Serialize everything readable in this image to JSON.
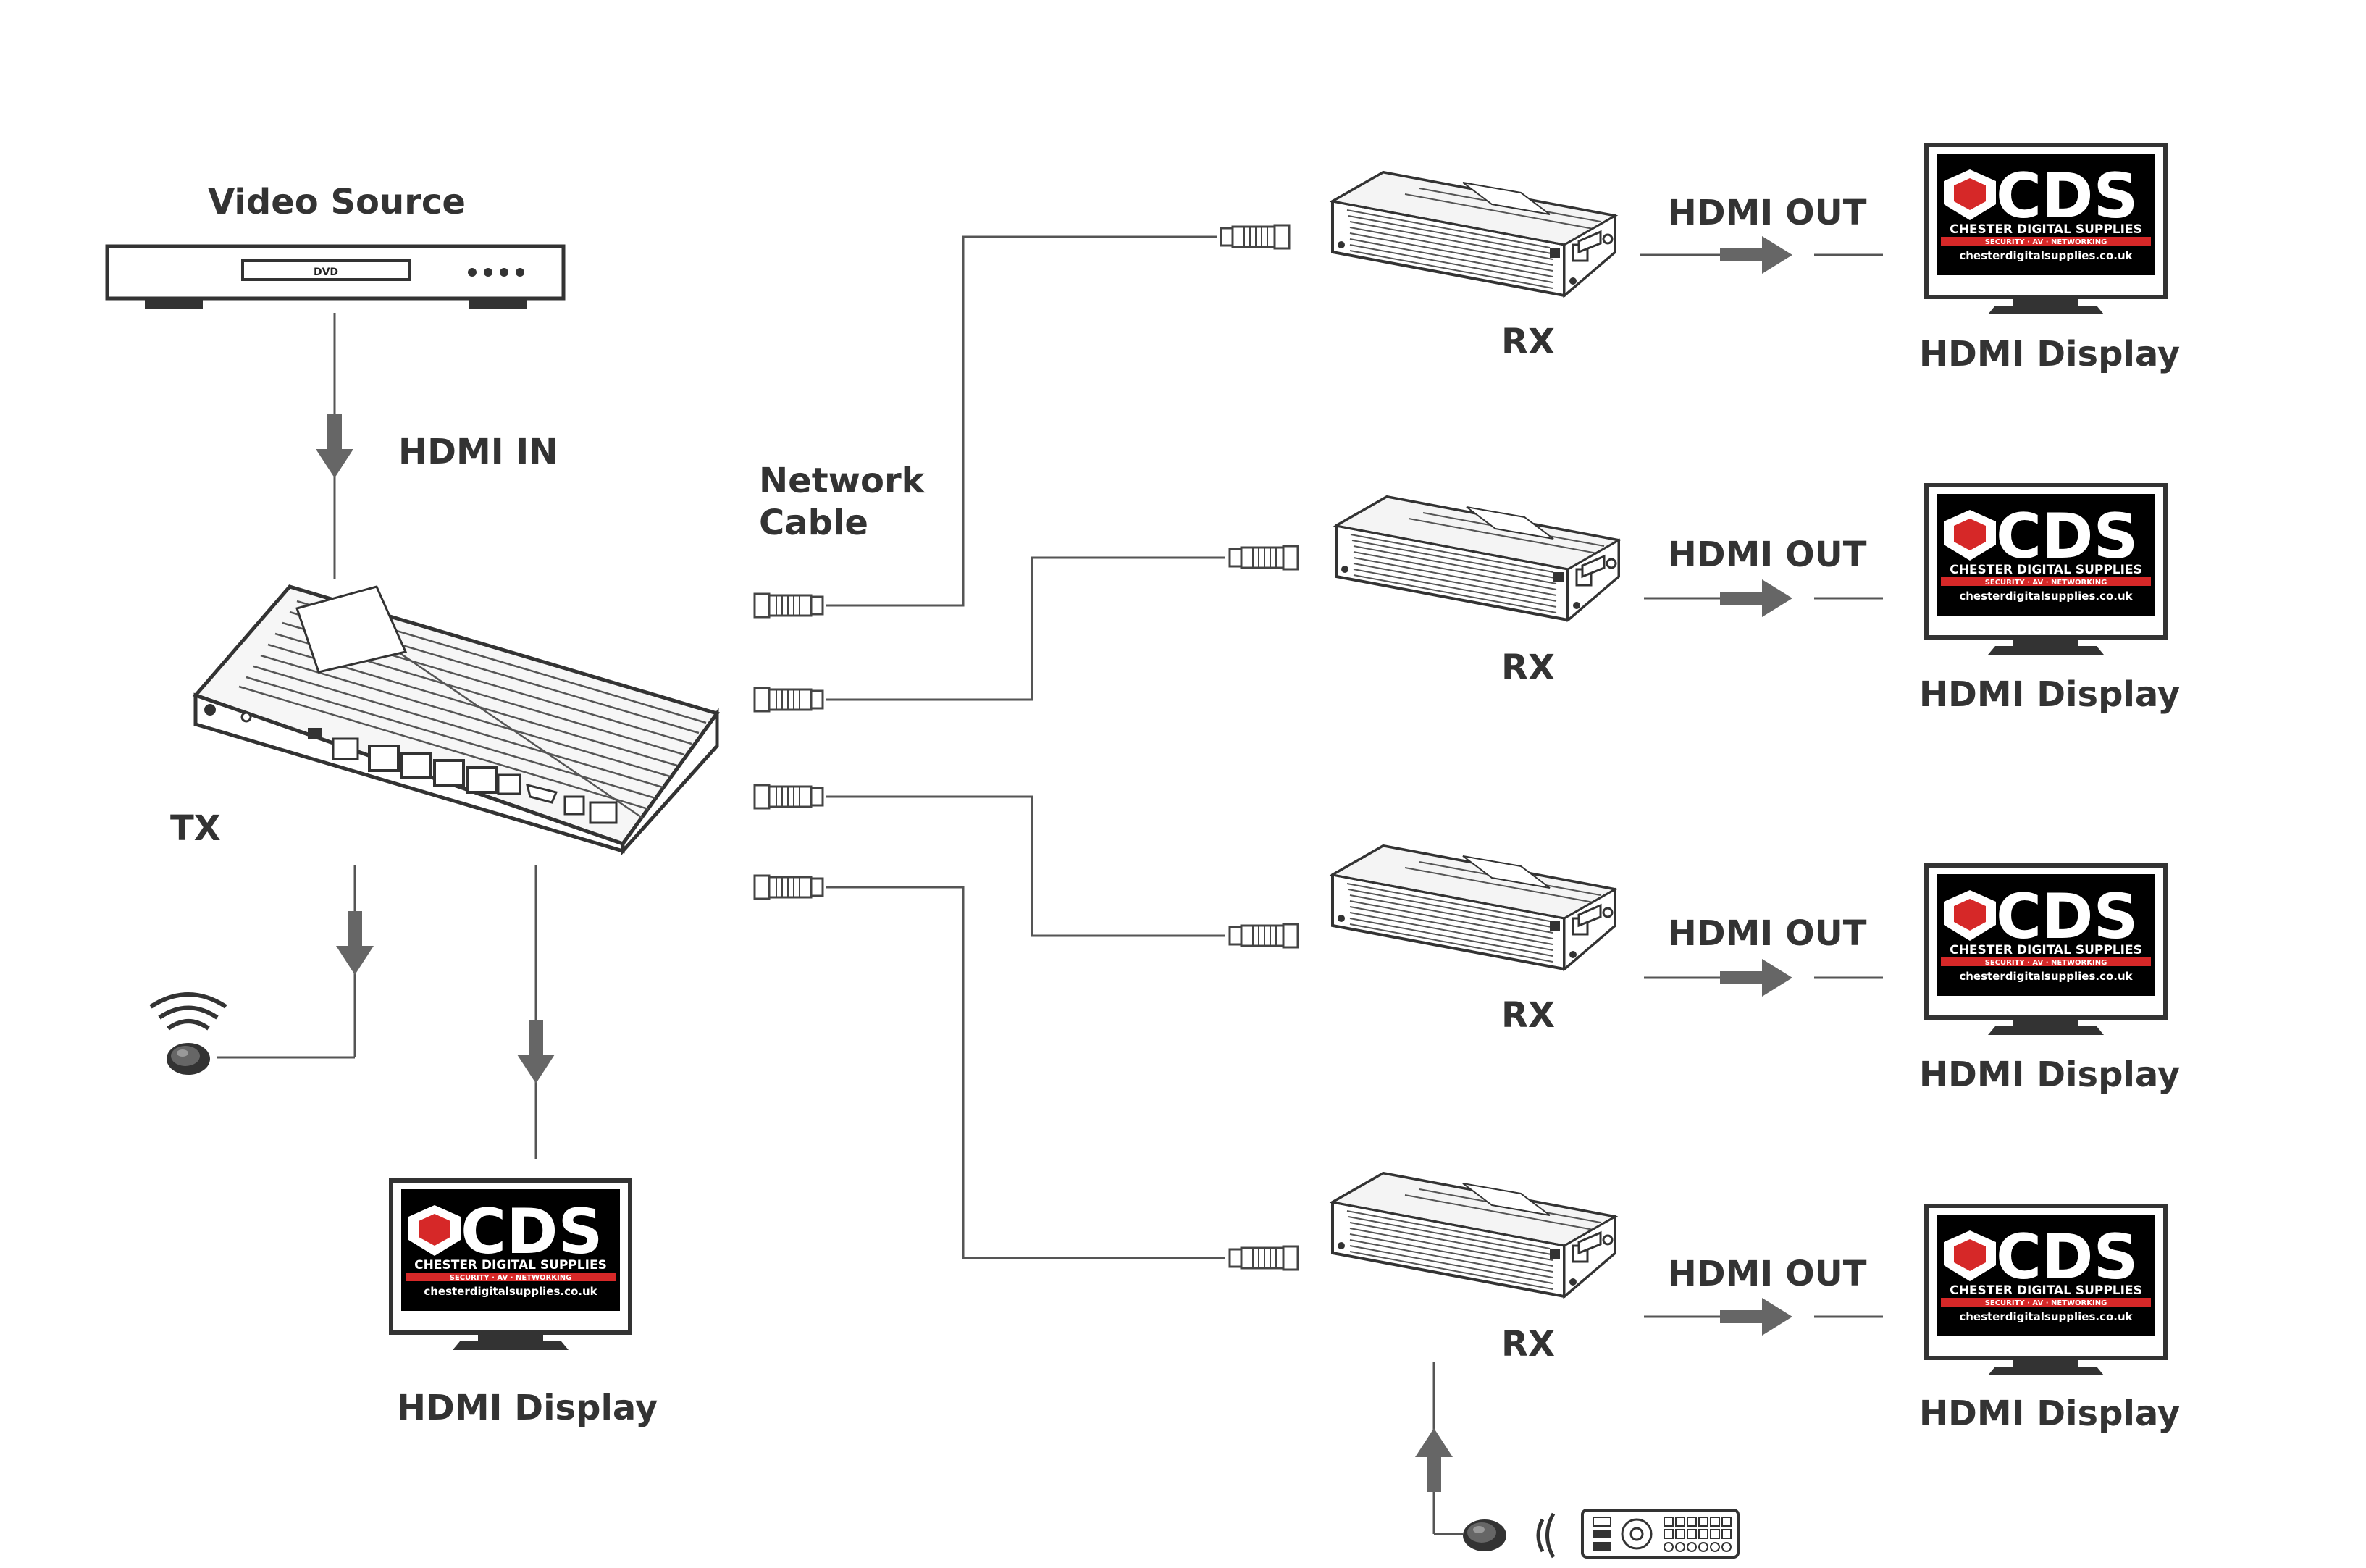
{
  "labels": {
    "video_source": "Video Source",
    "dvd": "DVD",
    "hdmi_in": "HDMI IN",
    "tx": "TX",
    "network_cable_line1": "Network",
    "network_cable_line2": "Cable",
    "rx": "RX",
    "hdmi_out": "HDMI OUT",
    "hdmi_display": "HDMI Display"
  },
  "logo": {
    "name": "CDS",
    "company": "CHESTER DIGITAL SUPPLIES",
    "tagline": "SECURITY · AV · NETWORKING",
    "website": "chesterdigitalsupplies.co.uk",
    "colors": {
      "background": "#000000",
      "accent": "#d62828",
      "text": "#ffffff"
    }
  },
  "receivers": [
    {
      "label": "RX",
      "output_label": "HDMI OUT",
      "display_label": "HDMI Display"
    },
    {
      "label": "RX",
      "output_label": "HDMI OUT",
      "display_label": "HDMI Display"
    },
    {
      "label": "RX",
      "output_label": "HDMI OUT",
      "display_label": "HDMI Display"
    },
    {
      "label": "RX",
      "output_label": "HDMI OUT",
      "display_label": "HDMI Display",
      "ir_receiver": true
    }
  ],
  "icons": [
    "dvd-player-icon",
    "transmitter-icon",
    "receiver-icon",
    "rj45-connector-icon",
    "tv-icon",
    "ir-extender-icon",
    "remote-control-icon",
    "arrow-icon"
  ],
  "colors": {
    "line": "#555555",
    "arrow": "#666666",
    "text": "#333333"
  }
}
